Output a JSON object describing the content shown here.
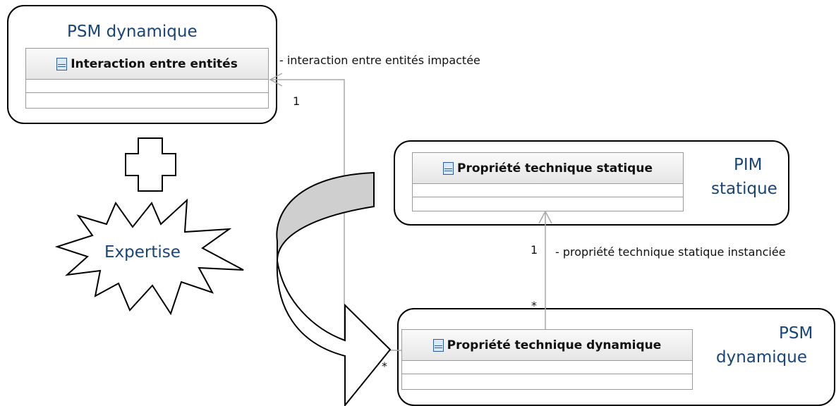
{
  "packages": {
    "psm_top_title": "PSM dynamique",
    "pim_title_line1": "PIM",
    "pim_title_line2": "statique",
    "psm_bottom_line1": "PSM",
    "psm_bottom_line2": "dynamique"
  },
  "classes": {
    "interaction": "Interaction entre entités",
    "static_prop": "Propriété technique statique",
    "dynamic_prop": "Propriété technique dynamique"
  },
  "associations": {
    "top_role": "- interaction entre entités impactée",
    "top_mult": "1",
    "static_role": "- propriété technique statique instanciée",
    "static_mult_top": "1",
    "static_mult_bottom": "*",
    "left_mult": "*"
  },
  "expertise_label": "Expertise",
  "icons": {
    "class": "class-icon",
    "plus": "plus-shape-icon",
    "star": "explosion-star-icon",
    "arrow": "curved-arrow-icon"
  }
}
